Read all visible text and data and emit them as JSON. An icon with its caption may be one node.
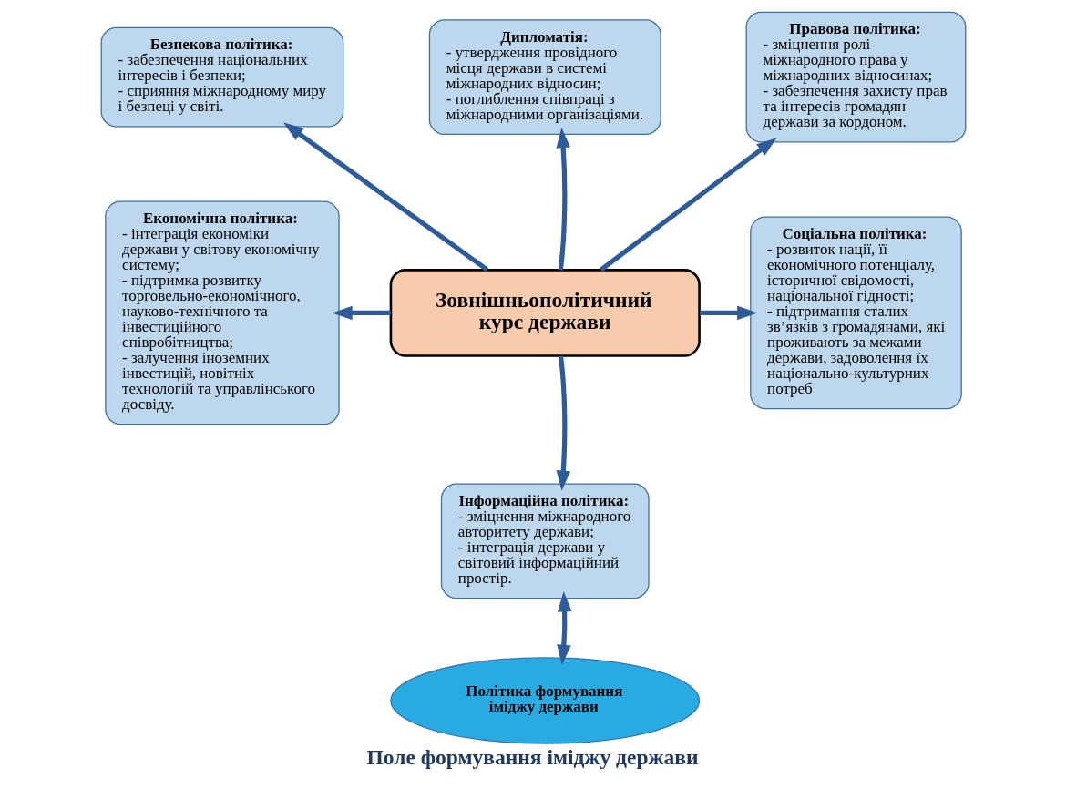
{
  "diagram": {
    "caption": "Поле формування іміджу держави",
    "nodes": [
      {
        "text": [
          "Безпекова політика:",
          "- забезпечення національних інтересів і безпеки;",
          "- сприяння міжнародному миру і безпеці у світі."
        ]
      },
      {
        "text": [
          "Дипломатія:",
          "- утвердження провідного місця держави в системі міжнародних відносин;",
          "- поглиблення співпраці з міжнародними організаціями."
        ]
      },
      {
        "text": [
          "Правова політика:",
          "- зміцнення ролі міжнародного права у міжнародних відносинах;",
          "- забезпечення захисту прав та інтересів громадян держави за кордоном."
        ]
      },
      {
        "text": [
          "Економічна політика:",
          "- інтеграція економіки держави у світову економічну систему;",
          "- підтримка розвитку торговельно-економічного, науково-технічного та інвестиційного співробітництва;",
          "- залучення іноземних інвестицій, новітніх технологій та управлінського досвіду."
        ]
      },
      {
        "text": [
          "Зовнішньополітичний курс держави"
        ]
      },
      {
        "text": [
          "Соціальна політика:",
          "- розвиток нації, її економічного потенціалу, історичної свідомості, національної гідності;",
          "- підтримання сталих зв’язків з громадянами, які проживають за межами держави, задоволення їх національно-культурних потреб"
        ]
      },
      {
        "text": [
          "Інформаційна політика:",
          "- зміцнення міжнародного авторитету держави;",
          "- інтеграція держави у світовий інформаційний простір."
        ]
      },
      {
        "text": [
          "Політика формування іміджу держави"
        ]
      }
    ],
    "edges": [
      {
        "from": 4,
        "to": 1,
        "arrow": "to"
      },
      {
        "from": 4,
        "to": 0,
        "arrow": "to"
      },
      {
        "from": 4,
        "to": 2,
        "arrow": "to"
      },
      {
        "from": 4,
        "to": 3,
        "arrow": "to"
      },
      {
        "from": 4,
        "to": 5,
        "arrow": "to"
      },
      {
        "from": 4,
        "to": 6,
        "arrow": "to"
      },
      {
        "from": 6,
        "to": 7,
        "arrow": "both"
      }
    ]
  }
}
